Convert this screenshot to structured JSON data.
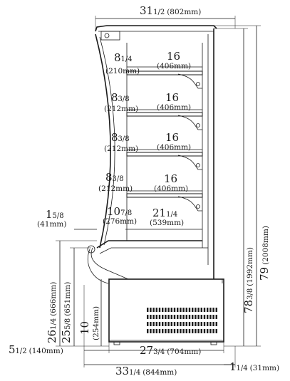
{
  "figure": {
    "title": "",
    "dimensions": {
      "overall_width": {
        "whole": "31",
        "frac": "1/2",
        "mm": "(802mm)"
      },
      "overall_height": {
        "whole": "79",
        "mm": "(2008mm)"
      },
      "inner_height": {
        "whole": "78",
        "frac": "3/8",
        "mm": "(1992mm)"
      },
      "base_width": {
        "whole": "33",
        "frac": "1/4",
        "mm": "(844mm)"
      },
      "cabinet_depth": {
        "whole": "27",
        "frac": "3/4",
        "mm": "(704mm)"
      },
      "front_overhang": {
        "whole": "5",
        "frac": "1/2",
        "mm": "(140mm)"
      },
      "rear_offset": {
        "whole": "1",
        "frac": "1/4",
        "mm": "(31mm)"
      },
      "bumper": {
        "whole": "1",
        "frac": "5/8",
        "mm": "(41mm)"
      },
      "deck_height_a": {
        "whole": "26",
        "frac": "1/4",
        "mm": "(666mm)"
      },
      "deck_height_b": {
        "whole": "25",
        "frac": "5/8",
        "mm": "(651mm)"
      },
      "kick_height": {
        "whole": "10",
        "mm": "(254mm)"
      },
      "deck_depth": {
        "whole": "21",
        "frac": "1/4",
        "mm": "(539mm)"
      }
    },
    "shelves": [
      {
        "gap_whole": "8",
        "gap_frac": "1/4",
        "gap_mm": "(210mm)",
        "depth": "16",
        "depth_mm": "(406mm)"
      },
      {
        "gap_whole": "8",
        "gap_frac": "3/8",
        "gap_mm": "(212mm)",
        "depth": "16",
        "depth_mm": "(406mm)"
      },
      {
        "gap_whole": "8",
        "gap_frac": "3/8",
        "gap_mm": "(212mm)",
        "depth": "16",
        "depth_mm": "(406mm)"
      },
      {
        "gap_whole": "8",
        "gap_frac": "3/8",
        "gap_mm": "(212mm)",
        "depth": "16",
        "depth_mm": "(406mm)"
      },
      {
        "gap_whole": "10",
        "gap_frac": "7/8",
        "gap_mm": "(276mm)"
      }
    ]
  }
}
